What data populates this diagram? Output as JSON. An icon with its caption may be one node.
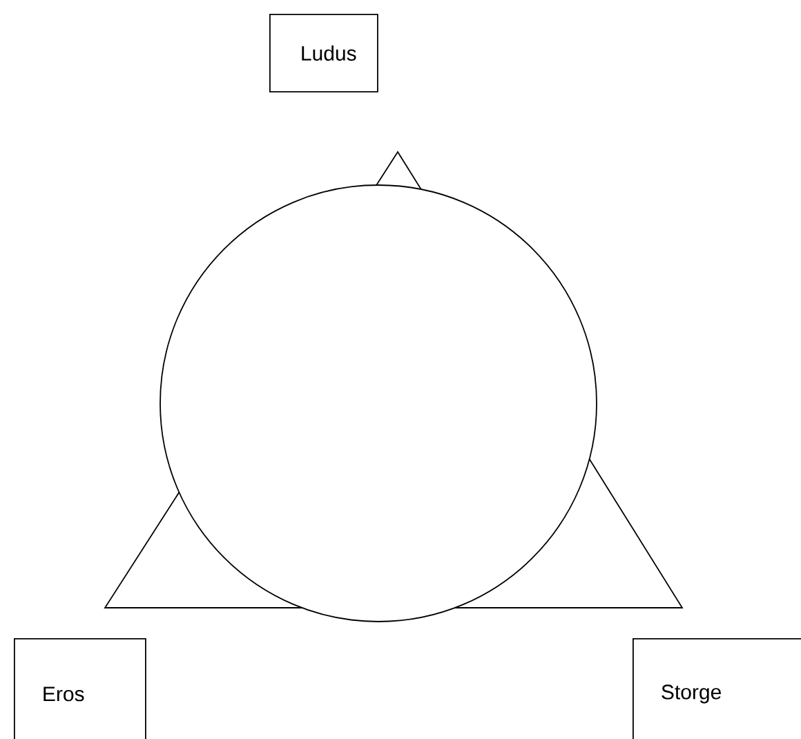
{
  "diagram": {
    "nodes": [
      {
        "text": [
          "Ludus"
        ]
      },
      {
        "text": [
          "Eros"
        ]
      },
      {
        "text": [
          "Storge"
        ]
      }
    ]
  }
}
